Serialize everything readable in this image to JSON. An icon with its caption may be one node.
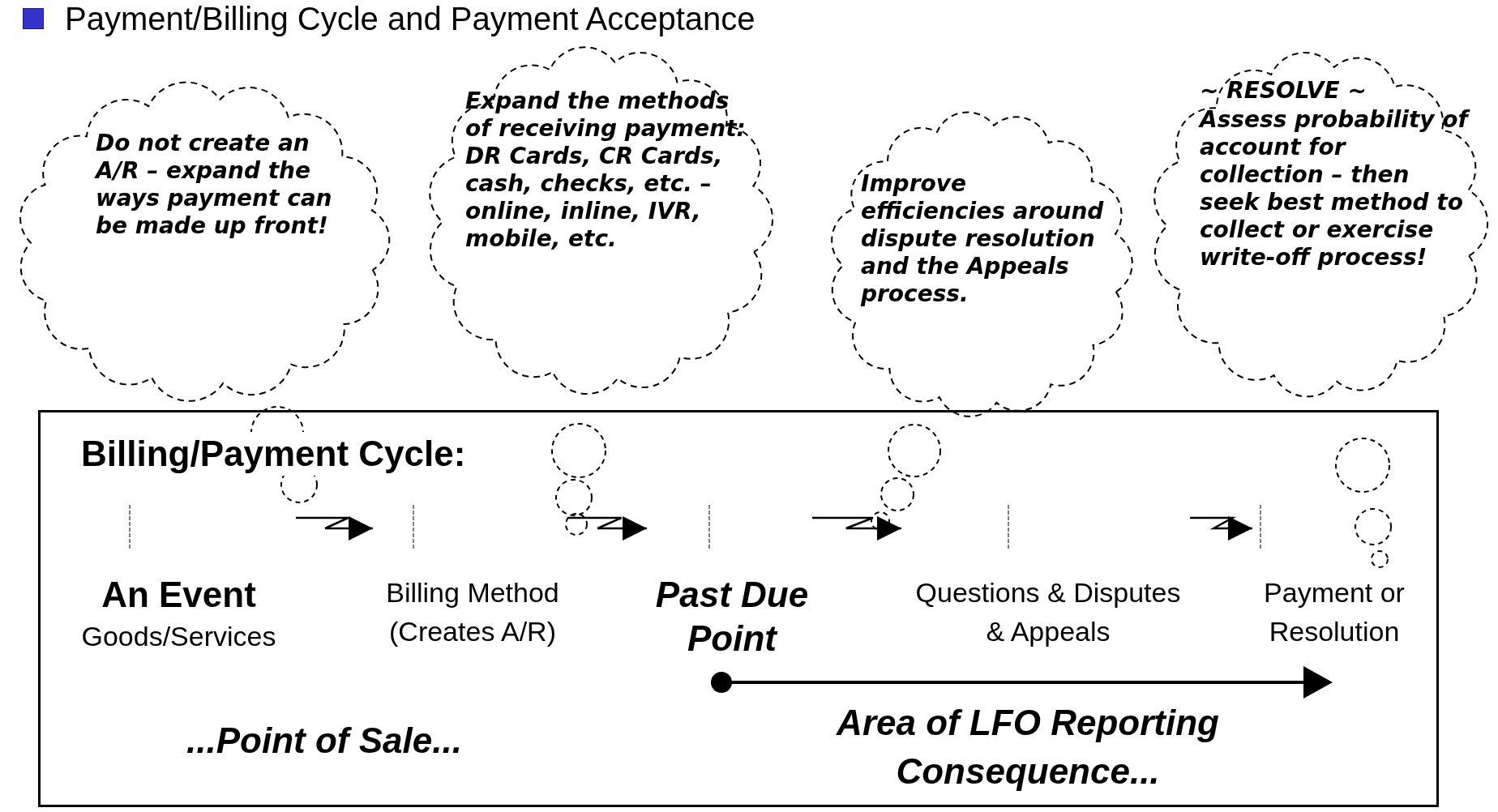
{
  "diagram": {
    "title": "Payment/Billing Cycle and Payment Acceptance",
    "nodes": [
      {
        "text": [
          "Do not create an A/R – expand the ways payment can be made up front!"
        ]
      },
      {
        "text": [
          "Expand the methods of receiving payment: DR Cards, CR Cards, cash, checks, etc. – online, inline, IVR, mobile, etc."
        ]
      },
      {
        "text": [
          "Improve efficiencies around dispute resolution and the Appeals process."
        ]
      },
      {
        "text": [
          "~ RESOLVE ~",
          "Assess probability of account for collection – then seek best method to collect or exercise write-off process!"
        ]
      },
      {
        "text": [
          "Billing/Payment Cycle:"
        ]
      },
      {
        "text": [
          "An Event",
          "Goods/Services"
        ],
        "in": 4
      },
      {
        "text": [
          "Billing Method (Creates A/R)"
        ],
        "in": 4
      },
      {
        "text": [
          "Past Due Point"
        ],
        "in": 4
      },
      {
        "text": [
          "Questions & Disputes & Appeals"
        ],
        "in": 4
      },
      {
        "text": [
          "Payment or Resolution"
        ],
        "in": 4
      }
    ],
    "edges": [
      {
        "from": 5,
        "to": 6,
        "arrow": "to"
      },
      {
        "from": 6,
        "to": 7,
        "arrow": "to"
      },
      {
        "from": 7,
        "to": 8,
        "arrow": "to"
      },
      {
        "from": 8,
        "to": 9,
        "arrow": "to"
      }
    ],
    "labels": [
      "...Point of Sale...",
      "Area of LFO Reporting Consequence..."
    ]
  }
}
